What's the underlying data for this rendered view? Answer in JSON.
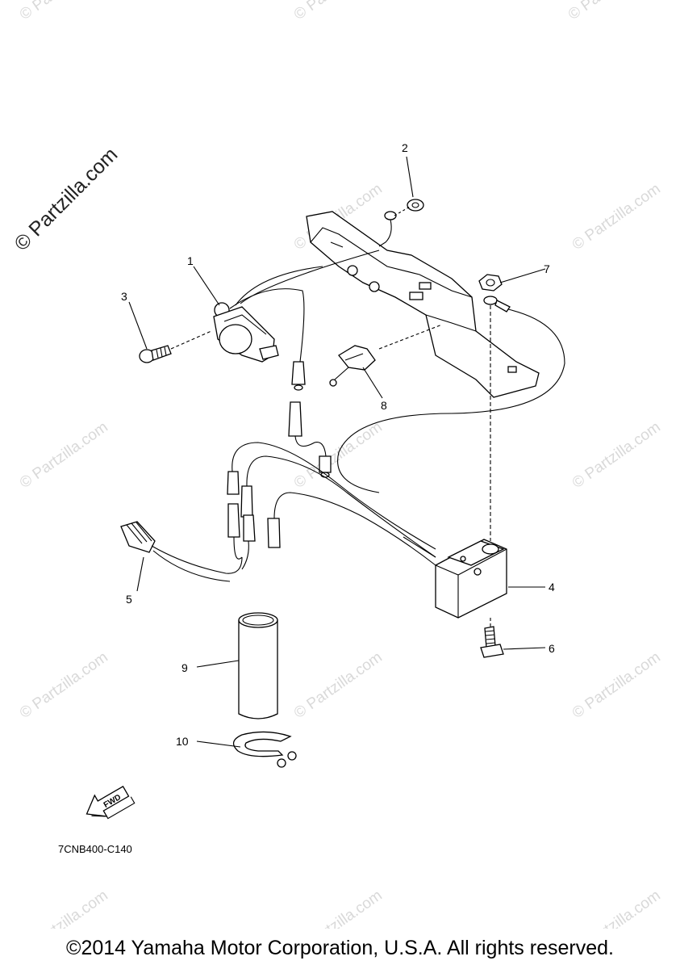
{
  "watermark": {
    "logo_text": "© Partzilla.com",
    "tile_text": "© Partzilla.com"
  },
  "callouts": [
    "1",
    "2",
    "3",
    "4",
    "5",
    "6",
    "7",
    "8",
    "9",
    "10"
  ],
  "fwd_label": "FWD",
  "diagram_code": "7CNB400-C140",
  "copyright": "©2014 Yamaha Motor Corporation, U.S.A. All rights reserved.",
  "colors": {
    "line": "#000000",
    "watermark": "#d9d9d9"
  }
}
